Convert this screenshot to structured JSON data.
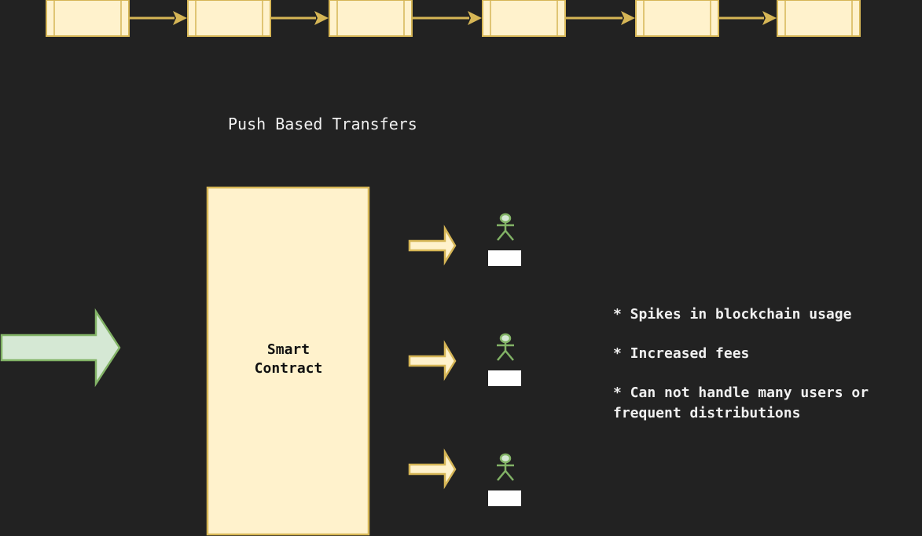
{
  "diagram": {
    "title": "Push Based Transfers",
    "contract": {
      "line1": "Smart",
      "line2": "Contract"
    },
    "notes": [
      "* Spikes in blockchain usage",
      "* Increased fees",
      "* Can not handle many users or",
      "frequent distributions"
    ],
    "users": [
      {
        "label": ""
      },
      {
        "label": ""
      },
      {
        "label": ""
      }
    ],
    "chain_block_count": 6,
    "colors": {
      "background": "#222222",
      "block_fill": "#fff2cc",
      "block_stroke": "#d6b656",
      "arrow_gold": "#d6b656",
      "green_fill": "#d5e8d4",
      "green_stroke": "#82b366",
      "text": "#f0f0f0"
    },
    "icons": [
      "person-icon"
    ]
  }
}
